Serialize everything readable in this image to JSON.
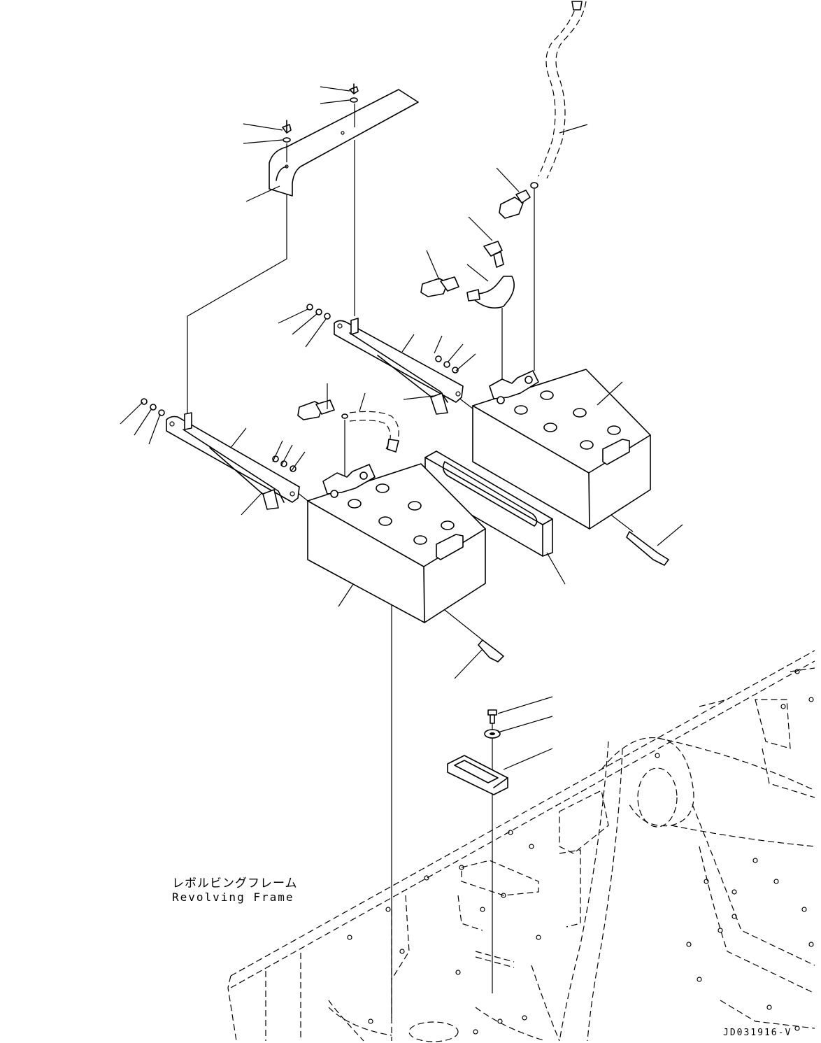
{
  "labels": {
    "frame_jp": "レボルビングフレーム",
    "frame_en": "Revolving Frame",
    "drawing_code": "JD031916-V"
  },
  "colors": {
    "ink": "#000000",
    "paper": "#ffffff"
  }
}
